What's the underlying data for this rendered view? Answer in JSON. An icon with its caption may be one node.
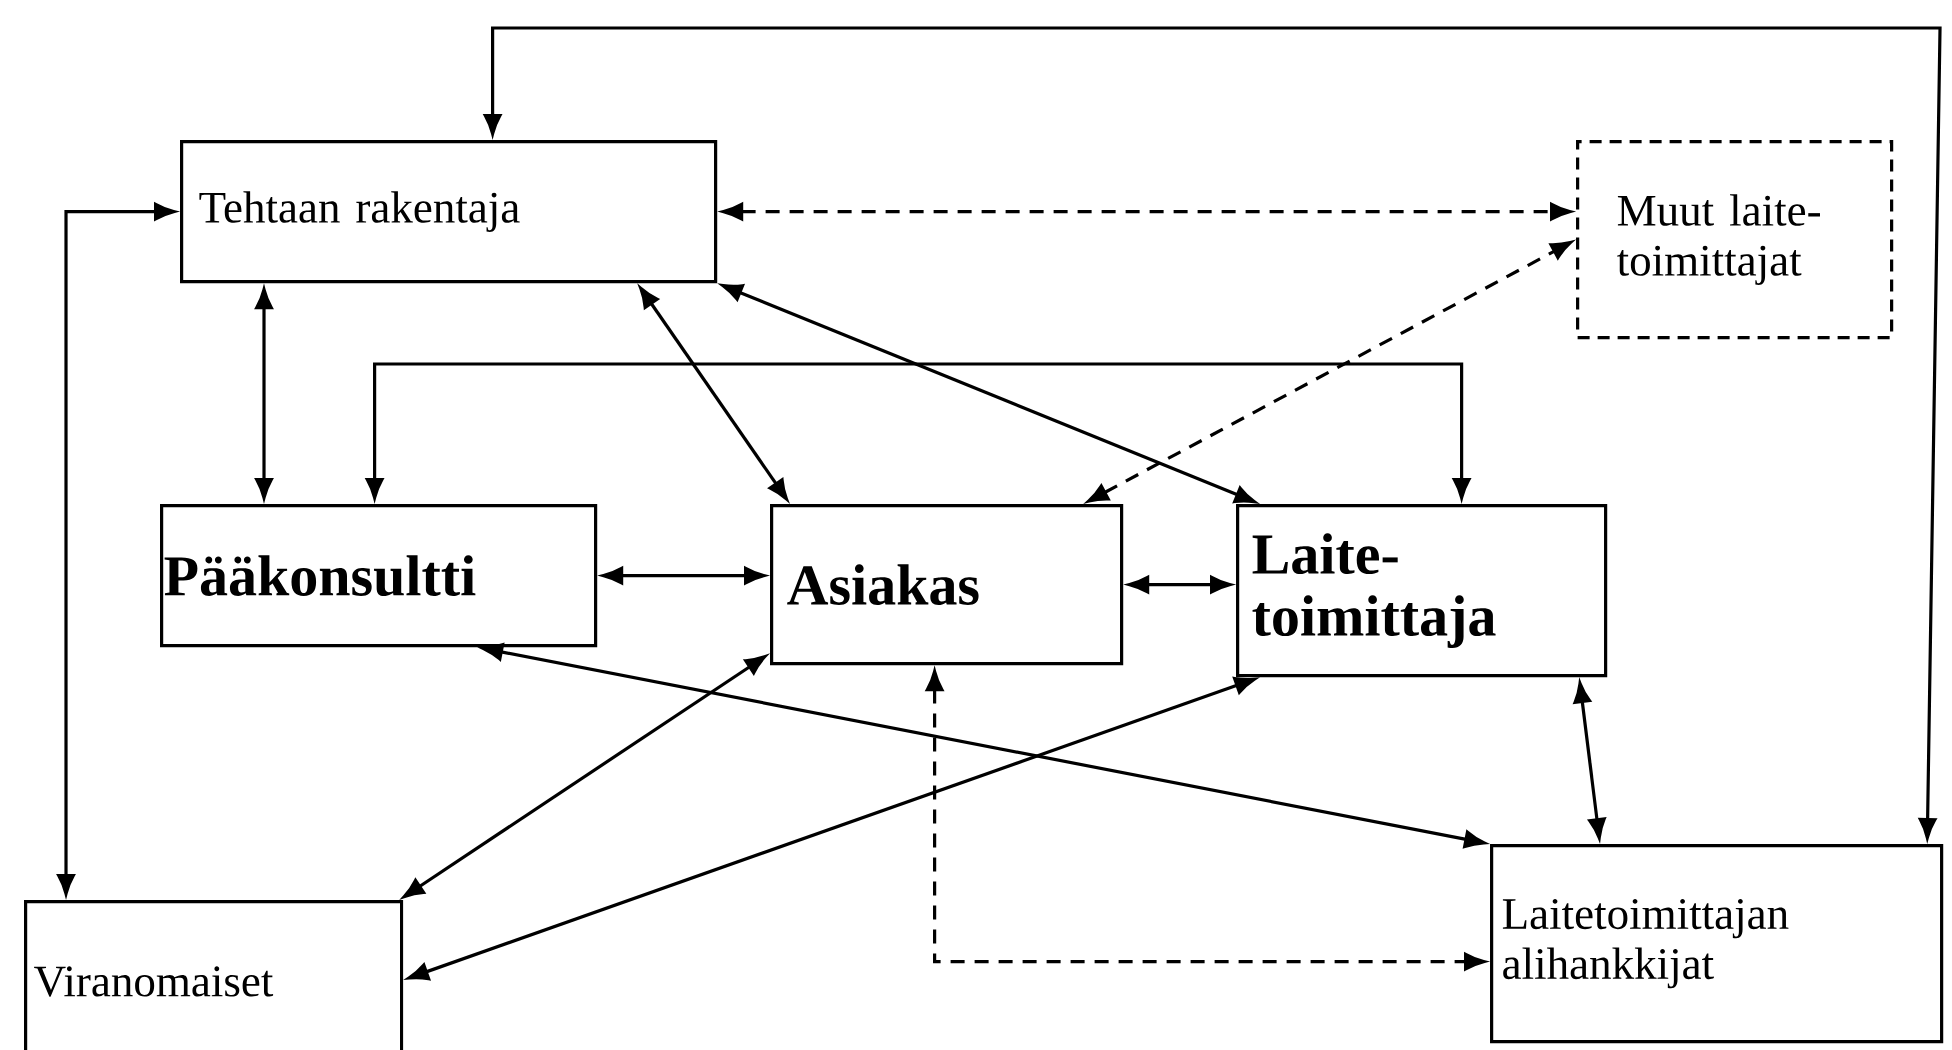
{
  "diagram": {
    "nodes": [
      {
        "text": [
          "Tehtaan rakentaja"
        ]
      },
      {
        "text": [
          "Muut laite- toimittajat"
        ]
      },
      {
        "text": [
          "Pääkonsultti"
        ]
      },
      {
        "text": [
          "Asiakas"
        ]
      },
      {
        "text": [
          "Laite- toimittaja"
        ]
      },
      {
        "text": [
          "Viranomaiset"
        ]
      },
      {
        "text": [
          "Laitetoimittajan alihankkijat"
        ]
      }
    ],
    "edges": [
      {
        "from": 0,
        "to": 6,
        "arrow": "both"
      },
      {
        "from": 0,
        "to": 5,
        "arrow": "both"
      },
      {
        "from": 0,
        "to": 1,
        "arrow": "both",
        "style": "dashed"
      },
      {
        "from": 0,
        "to": 2,
        "arrow": "both"
      },
      {
        "from": 0,
        "to": 3,
        "arrow": "both"
      },
      {
        "from": 0,
        "to": 4,
        "arrow": "both"
      },
      {
        "from": 3,
        "to": 1,
        "arrow": "both",
        "style": "dashed"
      },
      {
        "from": 2,
        "to": 4,
        "arrow": "both"
      },
      {
        "from": 2,
        "to": 3,
        "arrow": "both"
      },
      {
        "from": 3,
        "to": 4,
        "arrow": "both"
      },
      {
        "from": 2,
        "to": 6,
        "arrow": "both"
      },
      {
        "from": 3,
        "to": 5,
        "arrow": "both"
      },
      {
        "from": 4,
        "to": 5,
        "arrow": "both"
      },
      {
        "from": 3,
        "to": 6,
        "arrow": "both",
        "style": "dashed"
      },
      {
        "from": 4,
        "to": 6,
        "arrow": "both"
      }
    ]
  }
}
